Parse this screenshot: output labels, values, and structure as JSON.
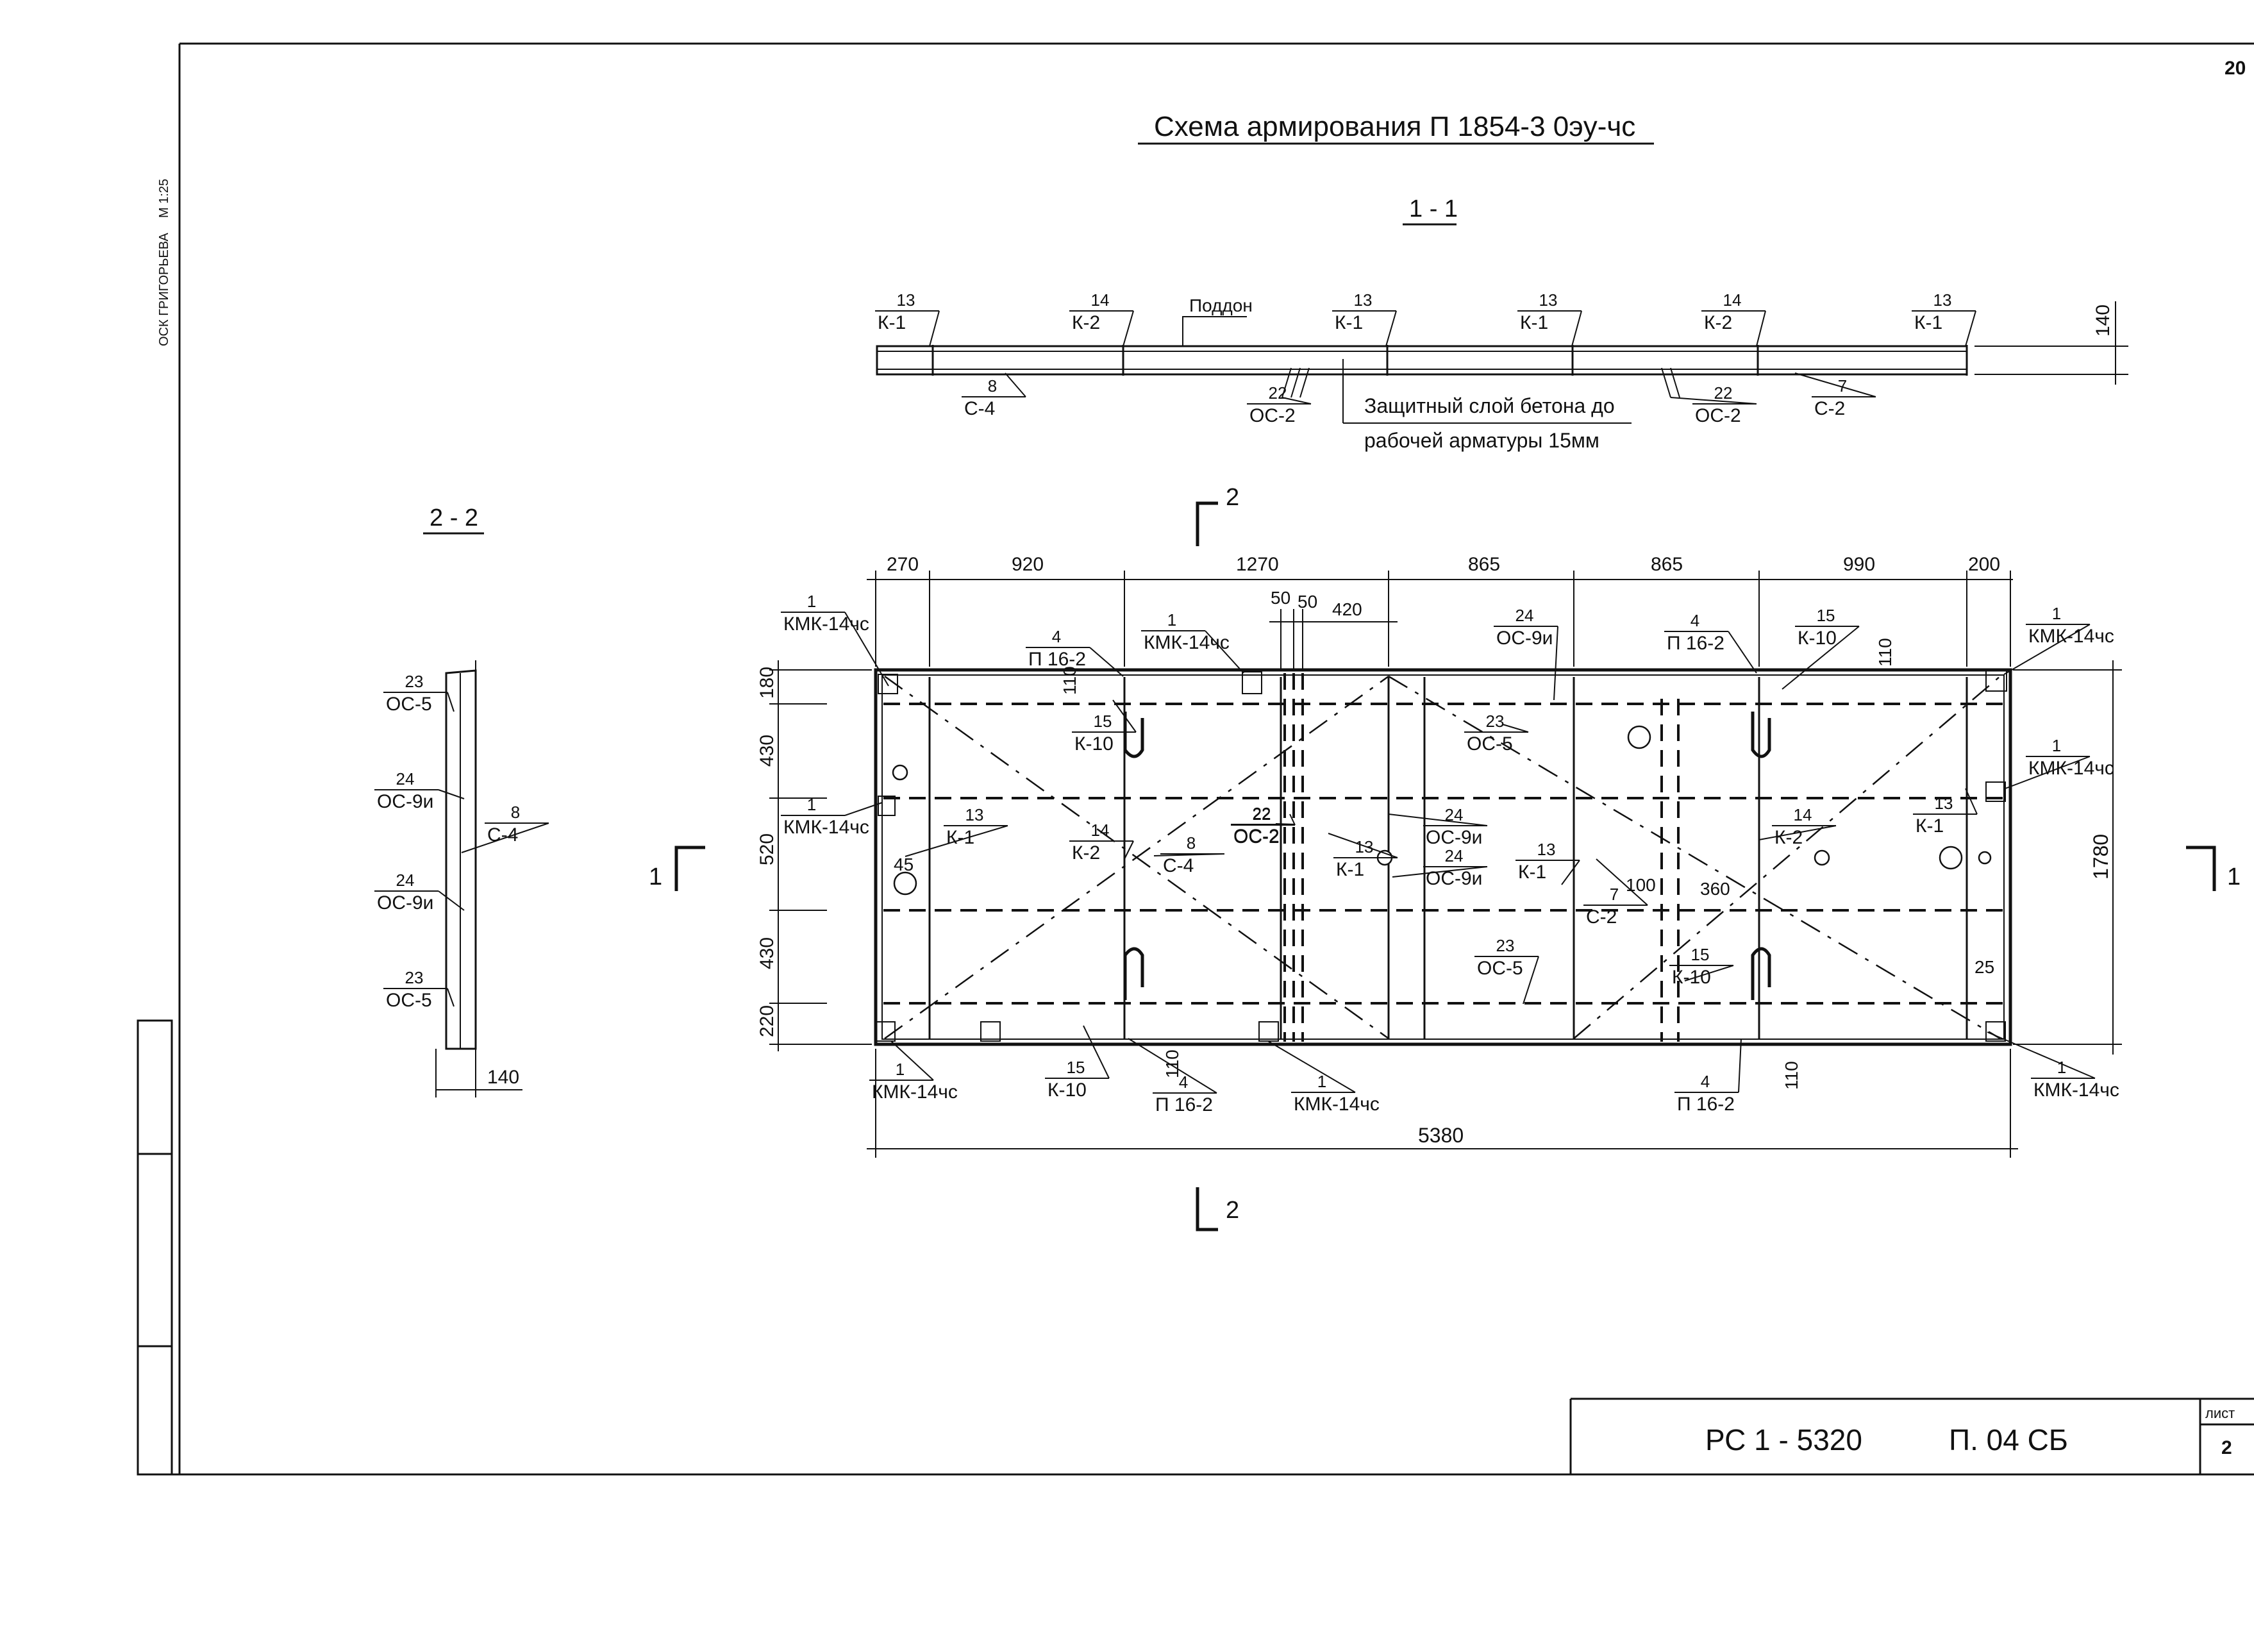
{
  "sheet": {
    "page_number": "20",
    "title": "Схема армирования  П 1854-3 0эу-чс",
    "side_note_1": "ОСК  ГРИГОРЬЕВА",
    "side_note_2": "М 1:25",
    "doc_code": "РС 1 - 5320",
    "doc_part": "П. 04 СБ",
    "sheet_label": "лист",
    "sheet_no": "2"
  },
  "section_1": {
    "title": "1 - 1",
    "thickness": "140",
    "pallet_label": "Поддон",
    "cover_note_1": "Защитный слой  бетона до",
    "cover_note_2": "рабочей арматуры  15мм",
    "tags": [
      {
        "num": "13",
        "name": "К-1"
      },
      {
        "num": "14",
        "name": "К-2"
      },
      {
        "num": "13",
        "name": "К-1"
      },
      {
        "num": "13",
        "name": "К-1"
      },
      {
        "num": "14",
        "name": "К-2"
      },
      {
        "num": "13",
        "name": "К-1"
      },
      {
        "num": "8",
        "name": "С-4"
      },
      {
        "num": "22",
        "name": "ОС-2"
      },
      {
        "num": "22",
        "name": "ОС-2"
      },
      {
        "num": "7",
        "name": "С-2"
      }
    ]
  },
  "section_2": {
    "title": "2 - 2",
    "width": "140",
    "tags": [
      {
        "num": "23",
        "name": "ОС-5"
      },
      {
        "num": "24",
        "name": "ОС-9и"
      },
      {
        "num": "24",
        "name": "ОС-9и"
      },
      {
        "num": "23",
        "name": "ОС-5"
      },
      {
        "num": "8",
        "name": "С-4"
      }
    ]
  },
  "plan": {
    "cut_2_label": "2",
    "cut_1_label": "1",
    "top_dims": [
      "270",
      "920",
      "1270",
      "865",
      "865",
      "990",
      "200"
    ],
    "small_dims": [
      "50",
      "50",
      "420",
      "110",
      "110",
      "110",
      "110",
      "45",
      "25",
      "100",
      "360"
    ],
    "left_dims": [
      "180",
      "430",
      "520",
      "430",
      "220"
    ],
    "height_dim": "1780",
    "length_dim": "5380",
    "tags": [
      {
        "num": "1",
        "name": "КМК-14чс"
      },
      {
        "num": "4",
        "name": "П 16-2"
      },
      {
        "num": "1",
        "name": "КМК-14чс"
      },
      {
        "num": "24",
        "name": "ОС-9и"
      },
      {
        "num": "4",
        "name": "П 16-2"
      },
      {
        "num": "15",
        "name": "К-10"
      },
      {
        "num": "1",
        "name": "КМК-14чс"
      },
      {
        "num": "15",
        "name": "К-10"
      },
      {
        "num": "23",
        "name": "ОС-5"
      },
      {
        "num": "22",
        "name": "ОС-2"
      },
      {
        "num": "1",
        "name": "КМК-14чс"
      },
      {
        "num": "1",
        "name": "КМК-14чс"
      },
      {
        "num": "13",
        "name": "К-1"
      },
      {
        "num": "14",
        "name": "К-2"
      },
      {
        "num": "8",
        "name": "С-4"
      },
      {
        "num": "22",
        "name": "ОС-2"
      },
      {
        "num": "13",
        "name": "К-1"
      },
      {
        "num": "24",
        "name": "ОС-9и"
      },
      {
        "num": "24",
        "name": "ОС-9и"
      },
      {
        "num": "13",
        "name": "К-1"
      },
      {
        "num": "7",
        "name": "С-2"
      },
      {
        "num": "14",
        "name": "К-2"
      },
      {
        "num": "13",
        "name": "К-1"
      },
      {
        "num": "23",
        "name": "ОС-5"
      },
      {
        "num": "15",
        "name": "К-10"
      },
      {
        "num": "1",
        "name": "КМК-14чс"
      },
      {
        "num": "15",
        "name": "К-10"
      },
      {
        "num": "4",
        "name": "П 16-2"
      },
      {
        "num": "1",
        "name": "КМК-14чс"
      },
      {
        "num": "4",
        "name": "П 16-2"
      },
      {
        "num": "1",
        "name": "КМК-14чс"
      }
    ]
  }
}
